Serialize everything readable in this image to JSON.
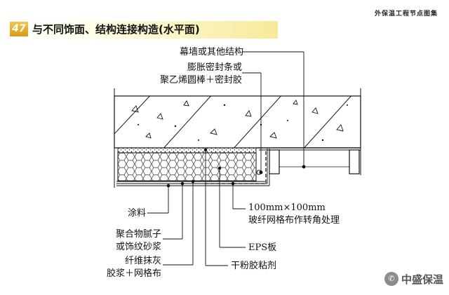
{
  "header": {
    "badge": "47",
    "title": "与不同饰面、结构连接构造(水平面)",
    "series": "外保温工程节点图集"
  },
  "labels": {
    "curtain_wall": "幕墙或其他结构",
    "seal_line1": "膨胀密封条或",
    "seal_line2": "聚乙烯圆棒＋密封胶",
    "coating": "涂料",
    "putty_line1": "聚合物腻子",
    "putty_line2": "或饰纹砂浆",
    "plaster_line1": "纤维抹灰",
    "plaster_line2": "胶浆＋网格布",
    "mesh_line1": "100mm×100mm",
    "mesh_line2": "玻纤网格布作转角处理",
    "eps": "EPS板",
    "adhesive": "干粉胶粘剂"
  },
  "watermark": {
    "icon": "wechat-icon",
    "text": "中盛保温"
  }
}
